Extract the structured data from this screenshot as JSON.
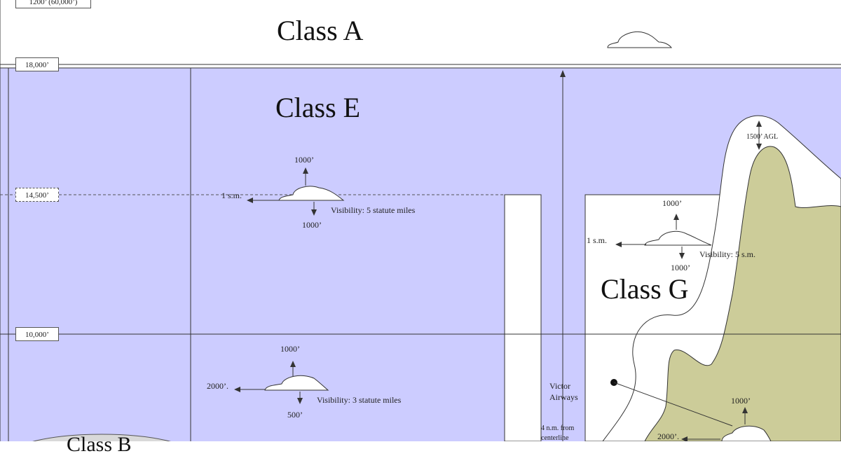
{
  "altitudes": {
    "top_label": "1200’ (60,000’)",
    "fl18000": "18,000’",
    "fl14500": "14,500’",
    "fl10000": "10,000’"
  },
  "classes": {
    "a": "Class A",
    "e": "Class E",
    "g": "Class G",
    "b": "Class B"
  },
  "class_e_upper": {
    "above": "1000’",
    "below": "1000’",
    "horizontal": "1 s.m.",
    "visibility": "Visibility: 5 statute miles"
  },
  "class_e_lower": {
    "above": "1000’",
    "below": "500’",
    "horizontal": "2000’.",
    "visibility": "Visibility: 3 statute miles"
  },
  "class_g_upper": {
    "above": "1000’",
    "below": "1000’",
    "horizontal": "1 s.m.",
    "visibility": "Visibility: 5 s.m."
  },
  "class_g_lower": {
    "above": "1000’",
    "horizontal": "2000’."
  },
  "mountain": {
    "agl": "1500’ AGL"
  },
  "airways": {
    "title_line1": "Victor",
    "title_line2": "Airways",
    "width_line1": "4 n.m. from",
    "width_line2": "centerline"
  },
  "colors": {
    "class_e_fill": "#ccccff",
    "terrain_fill": "#cccc99",
    "outline": "#222222"
  }
}
